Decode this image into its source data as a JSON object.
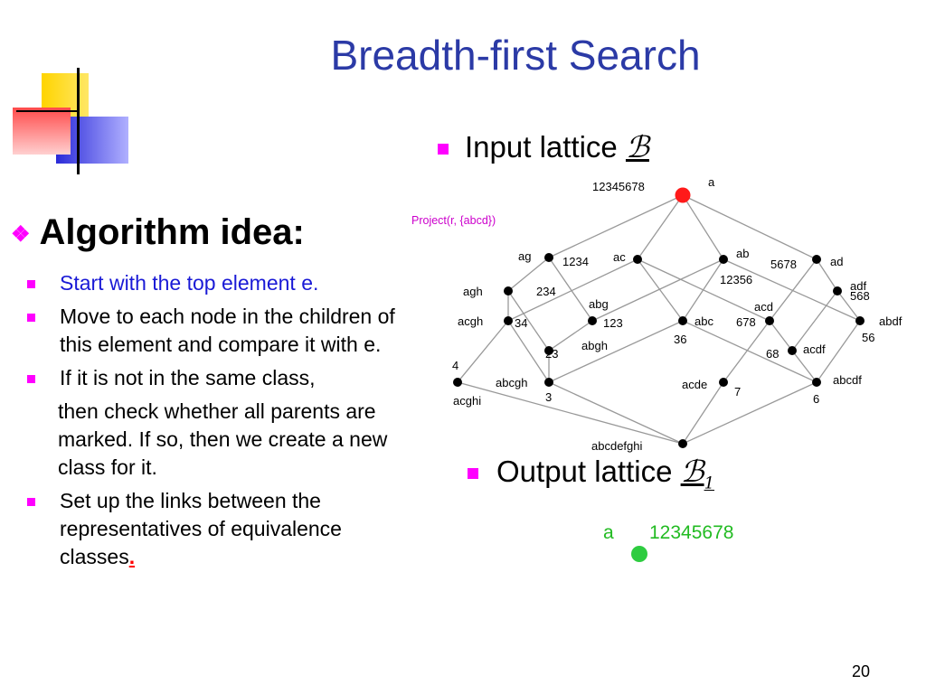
{
  "title": "Breadth-first Search",
  "input_heading": {
    "text": "Input lattice ",
    "symbol": "ℬ"
  },
  "output_heading": {
    "text": "Output lattice ",
    "symbol": "ℬ",
    "subscript": "1"
  },
  "algorithm": {
    "heading": "Algorithm idea:",
    "items": [
      {
        "text": "Start with the top element e."
      },
      {
        "text": "Move to each node in the children of this element and compare it with e."
      },
      {
        "text": "If it is not in the same class,"
      },
      {
        "text": "then check whether all parents are marked. If so, then we create a new class for it."
      },
      {
        "text": "Set up the links between the representatives of equivalence classes",
        "end": "."
      }
    ]
  },
  "lattice": {
    "caption": "Project(r, {abcd})",
    "labels": {
      "a": "a",
      "t": "12345678",
      "ag": "ag",
      "n1234": "1234",
      "ac": "ac",
      "ab": "ab",
      "n5678": "5678",
      "ad": "ad",
      "n12356": "12356",
      "agh": "agh",
      "n234": "234",
      "abg": "abg",
      "acd": "acd",
      "adf": "adf",
      "n568": "568",
      "acgh": "acgh",
      "n34": "34",
      "n123": "123",
      "abc": "abc",
      "n678": "678",
      "abdf": "abdf",
      "n23": "23",
      "abgh": "abgh",
      "n36": "36",
      "n68": "68",
      "acdf": "acdf",
      "n56": "56",
      "n4": "4",
      "abcgh": "abcgh",
      "acde": "acde",
      "n7": "7",
      "abcdf": "abcdf",
      "acghi": "acghi",
      "n3": "3",
      "n6": "6",
      "bottom": "abcdefghi"
    },
    "top_color": "#ff1a1a",
    "node_color": "#000000",
    "edge_color": "#999999"
  },
  "output": {
    "label_a": "a",
    "label_set": "12345678",
    "node_color": "#2ecc40"
  },
  "page_number": "20"
}
